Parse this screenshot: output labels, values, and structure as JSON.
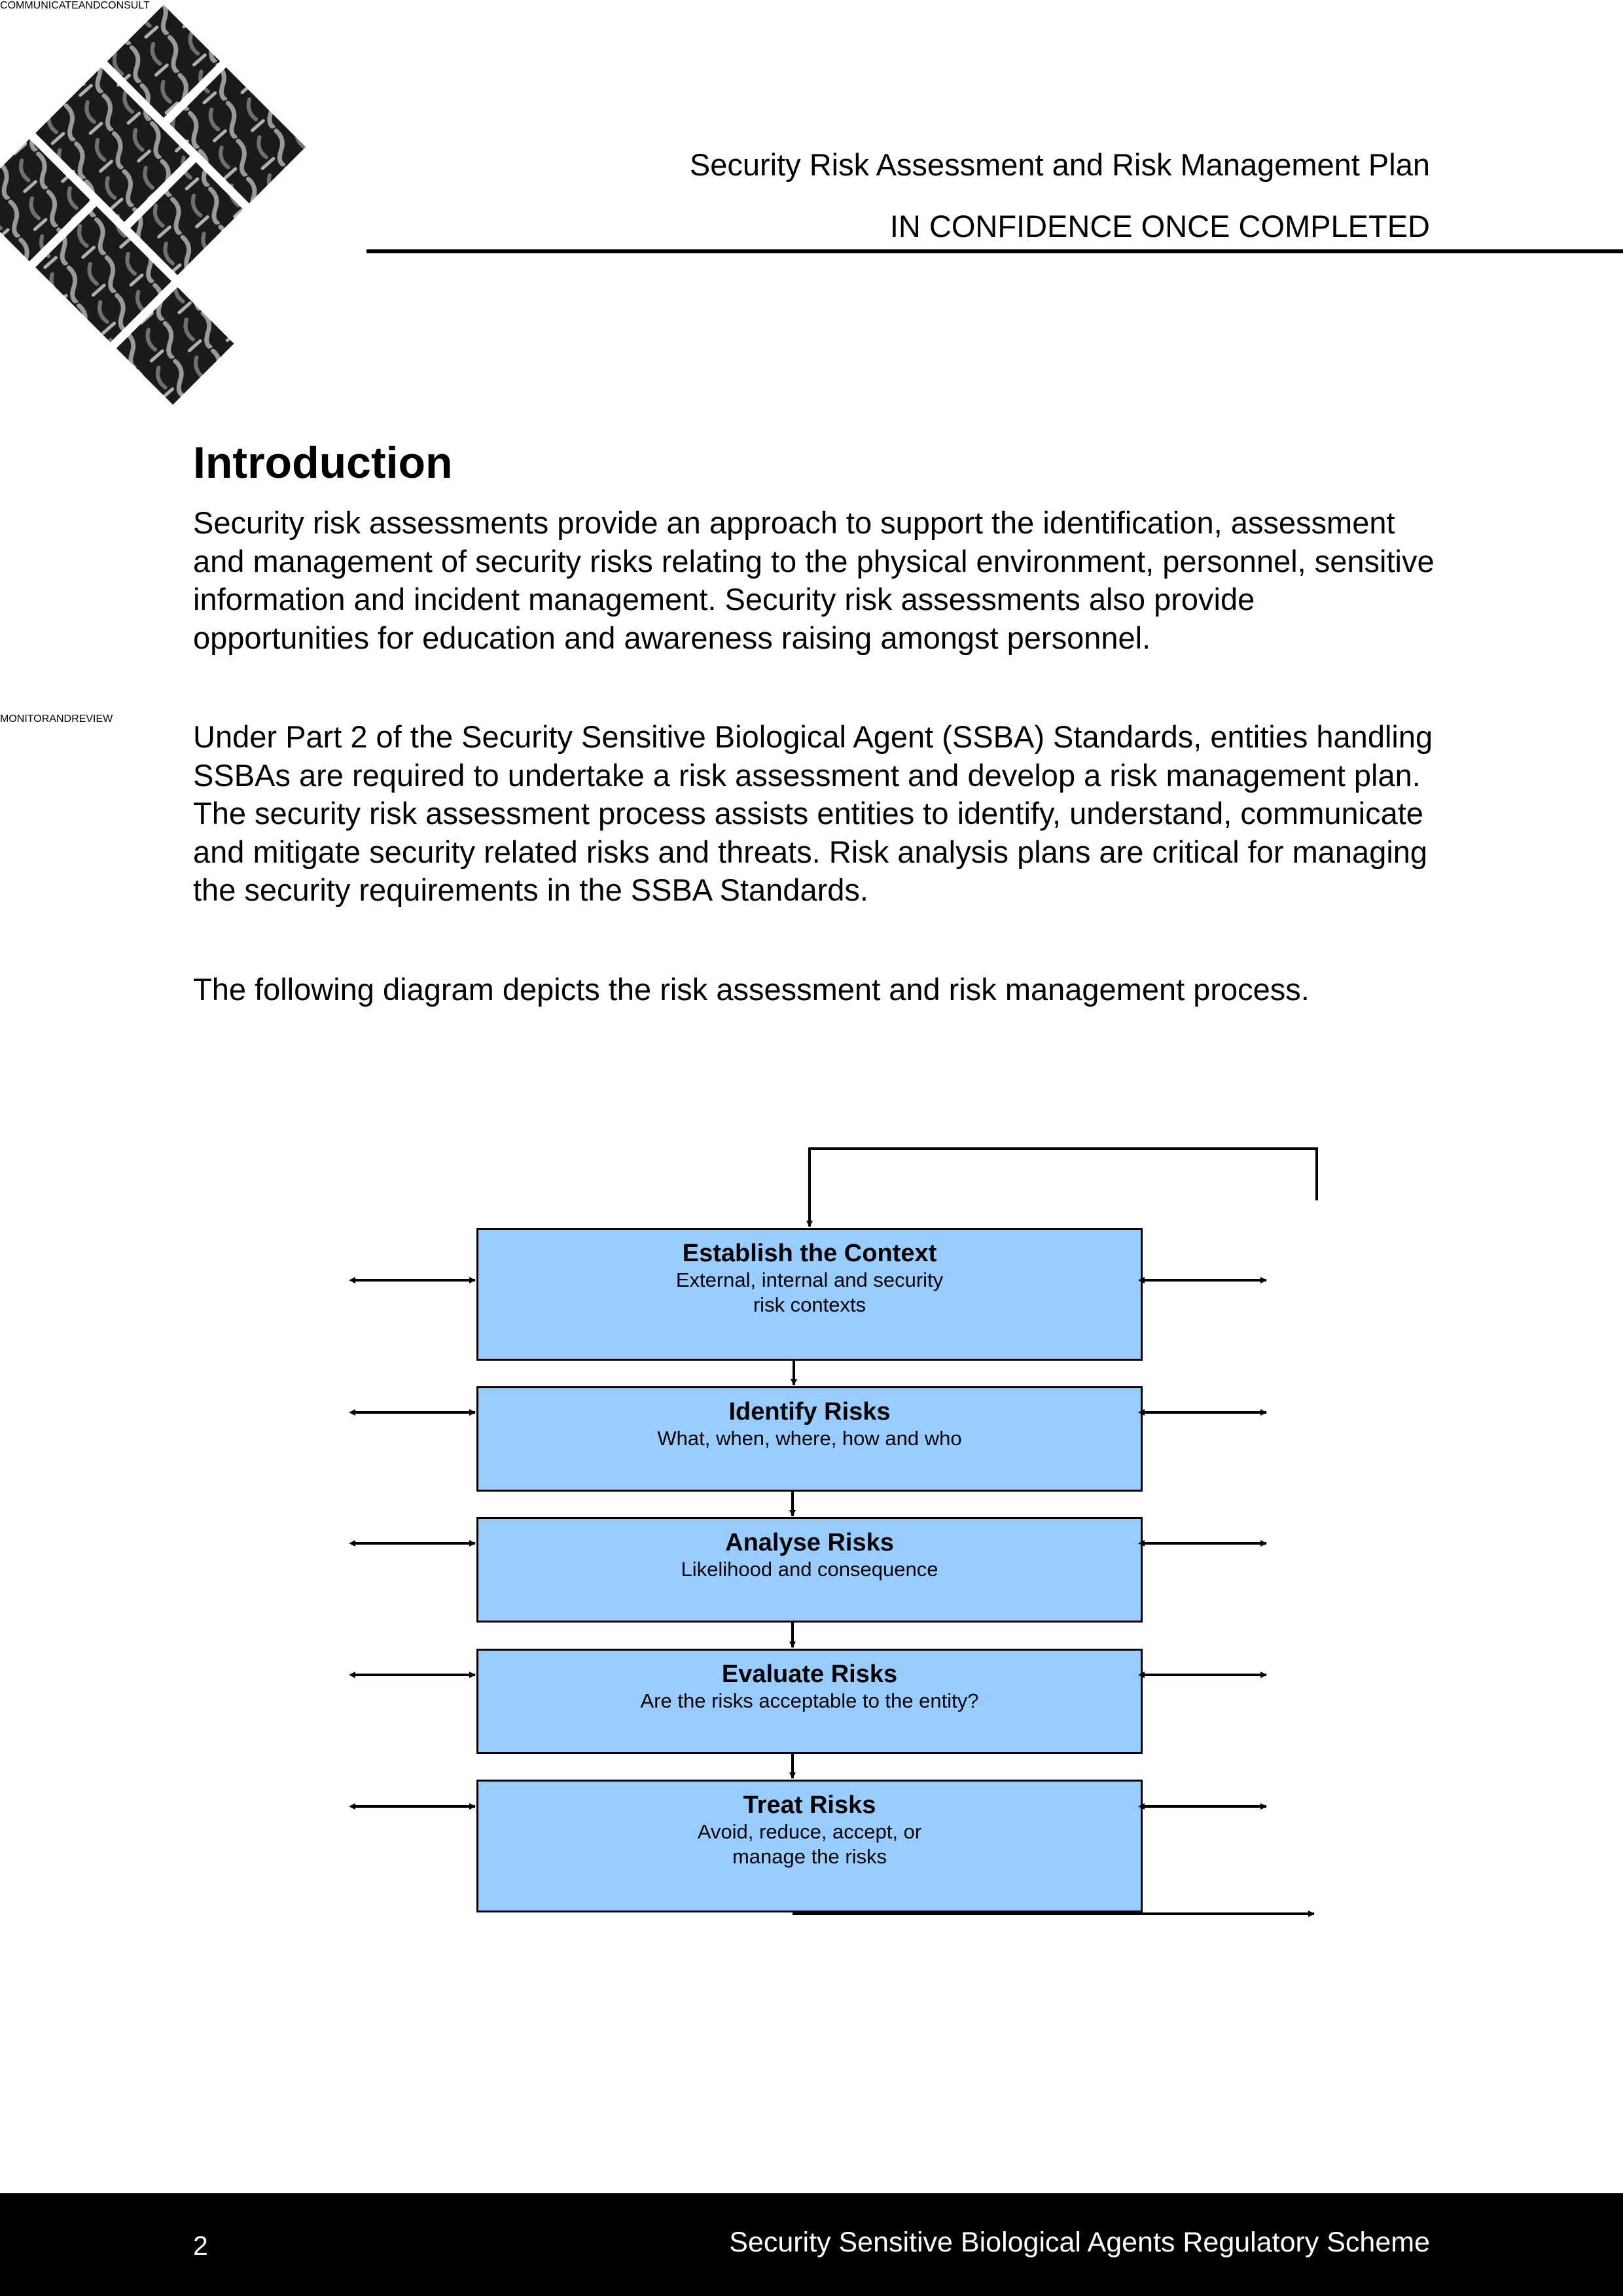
{
  "header": {
    "line1": "Security Risk Assessment and Risk Management Plan",
    "line2": "IN CONFIDENCE ONCE COMPLETED"
  },
  "introduction": {
    "title": "Introduction",
    "paragraphs": [
      "Security risk assessments provide an approach to support the identification, assessment and management of security risks relating to the physical environment, personnel, sensitive information and incident management. Security risk assessments also provide opportunities for education and awareness raising amongst personnel.",
      "Under Part 2 of the Security Sensitive Biological Agent (SSBA) Standards, entities handling SSBAs are required to undertake a risk assessment and develop a risk management plan. The security risk assessment process assists entities to identify, understand, communicate and mitigate security related risks and threats. Risk analysis plans are critical for managing the security requirements in the SSBA Standards.",
      "The following diagram depicts the risk assessment and risk management process."
    ]
  },
  "diagram": {
    "left_column": "COMMUNICATE AND CONSULT",
    "right_column": "MONITOR AND REVIEW",
    "steps": [
      {
        "title": "Establish the Context",
        "desc_lines": [
          "External, internal and security",
          "risk contexts"
        ]
      },
      {
        "title": "Identify Risks",
        "desc_lines": [
          "What, when, where, how and who"
        ]
      },
      {
        "title": "Analyse Risks",
        "desc_lines": [
          "Likelihood and consequence"
        ]
      },
      {
        "title": "Evaluate Risks",
        "desc_lines": [
          "Are the risks acceptable to the entity?"
        ]
      },
      {
        "title": "Treat Risks",
        "desc_lines": [
          "Avoid, reduce, accept, or",
          "manage the risks"
        ]
      }
    ],
    "colors": {
      "column": "#000080",
      "box": "#99ccff"
    }
  },
  "footer": {
    "page_number": "2",
    "title": "Security Sensitive Biological Agents Regulatory Scheme"
  }
}
